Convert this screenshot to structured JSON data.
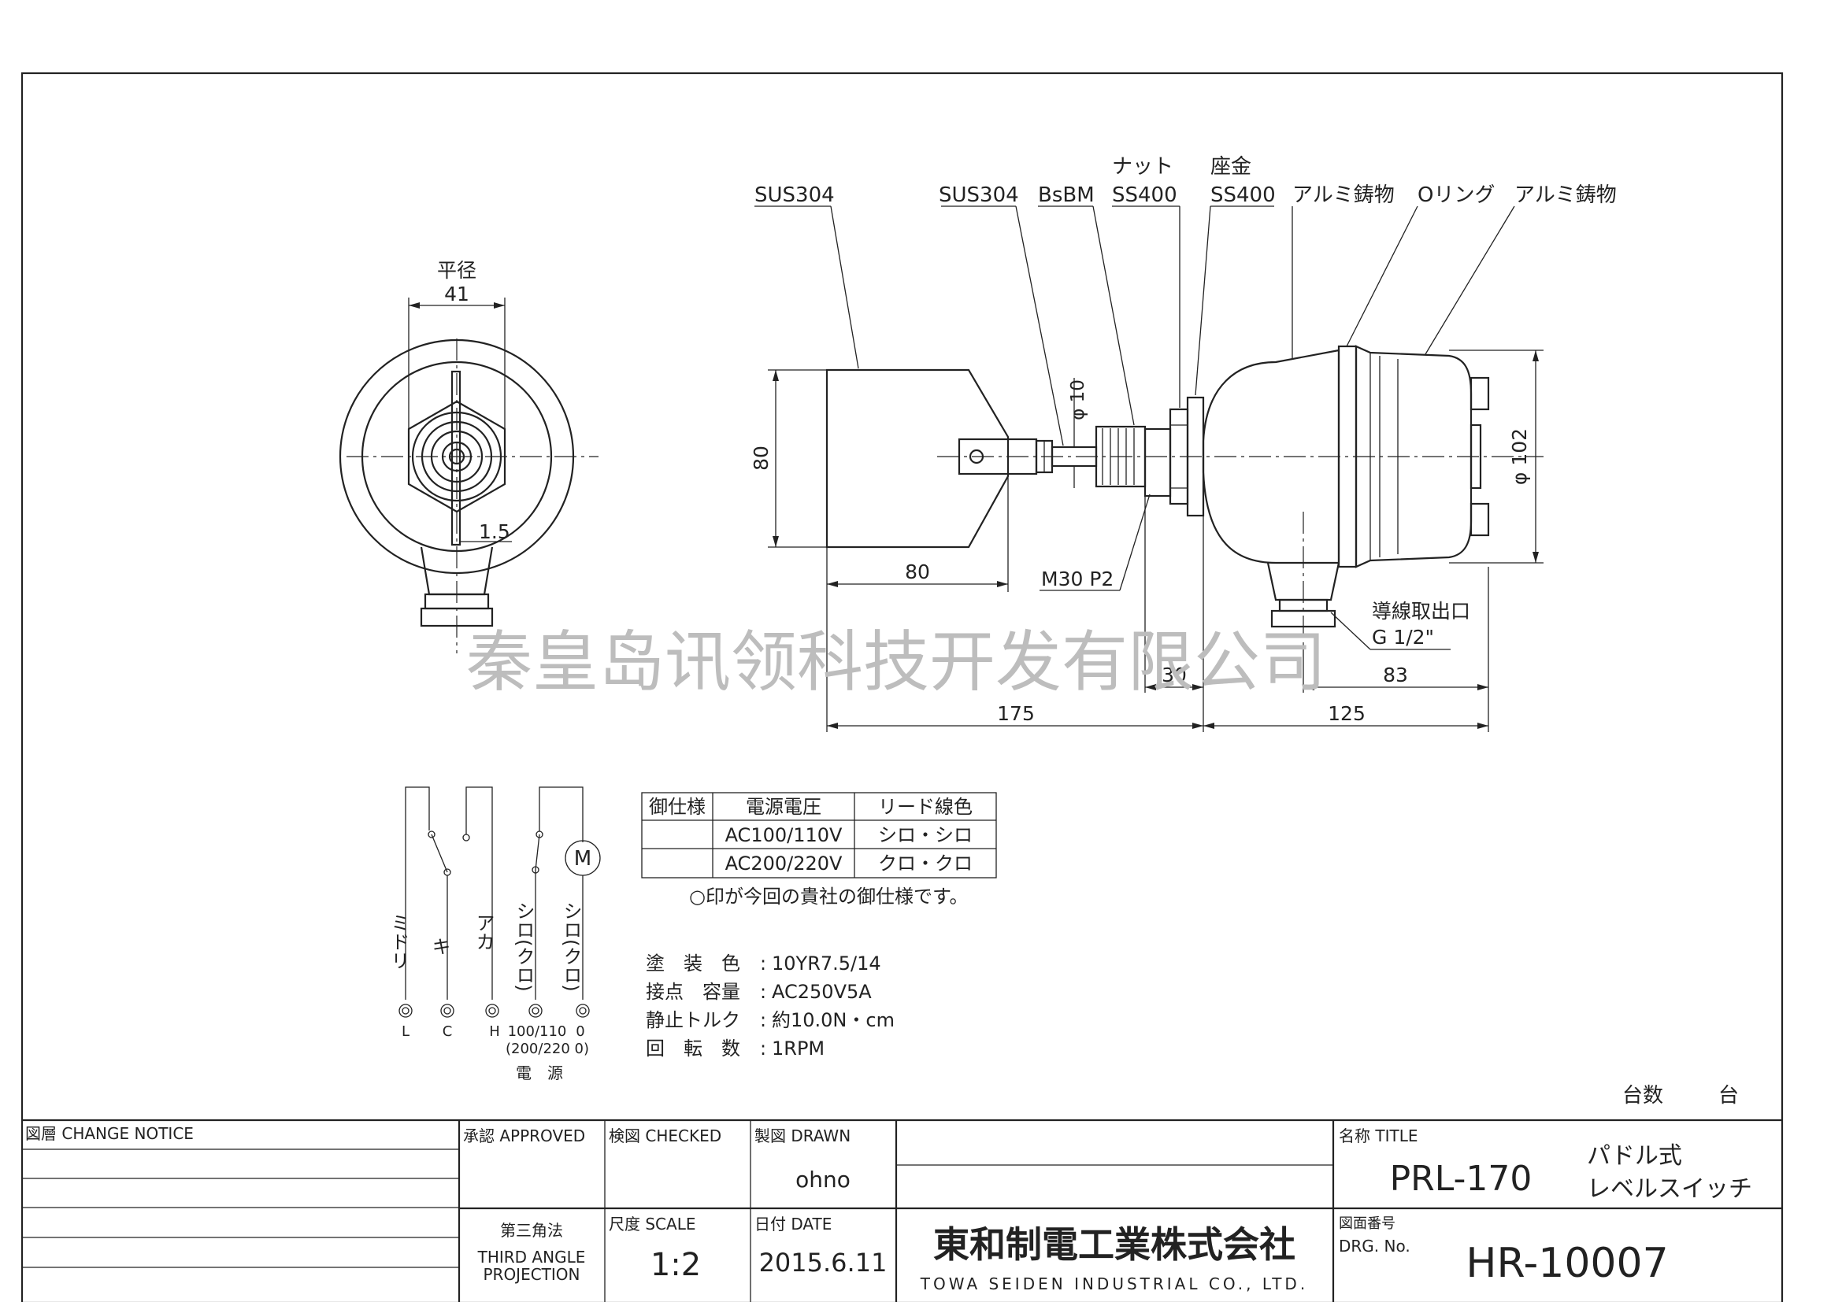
{
  "watermark": "秦皇岛讯领科技开发有限公司",
  "callouts": {
    "sus304_paddle": "SUS304",
    "sus304_shaft": "SUS304",
    "bsbm": "BsBM",
    "nut_label": "ナット",
    "nut_material": "SS400",
    "washer_label": "座金",
    "washer_material": "SS400",
    "alum_cast_1": "アルミ鋳物",
    "oring": "Oリング",
    "alum_cast_2": "アルミ鋳物",
    "thread": "M30 P2",
    "conduit_label": "導線取出口",
    "conduit_thread": "G 1/2\""
  },
  "dimensions": {
    "flat_label": "平径",
    "flat_value": "41",
    "plate_thickness": "1.5",
    "shaft_dia": "φ 10",
    "paddle_height": "80",
    "paddle_width": "80",
    "housing_dia": "φ 102",
    "d30": "30",
    "d83": "83",
    "d175": "175",
    "d125": "125"
  },
  "wiring": {
    "wire_labels": [
      "ミドリ",
      "キ",
      "アカ",
      "シロ(クロ)",
      "シロ(クロ)"
    ],
    "terminals": [
      "L",
      "C",
      "H",
      "100/110",
      "0"
    ],
    "alt_voltage": "(200/220 0)",
    "power": "電　源",
    "motor": "M"
  },
  "spec_table": {
    "headers": [
      "御仕様",
      "電源電圧",
      "リード線色"
    ],
    "rows": [
      [
        "",
        "AC100/110V",
        "シロ・シロ"
      ],
      [
        "",
        "AC200/220V",
        "クロ・クロ"
      ]
    ],
    "note": "○印が今回の貴社の御仕様です。"
  },
  "specs": [
    {
      "label": "塗　装　色",
      "value": "10YR7.5/14"
    },
    {
      "label": "接点　容量",
      "value": "AC250V5A"
    },
    {
      "label": "静止トルク",
      "value": "約10.0N・cm"
    },
    {
      "label": "回　転　数",
      "value": "1RPM"
    }
  ],
  "quantity": {
    "label": "台数",
    "unit": "台"
  },
  "title_block": {
    "change_notice": "図層 CHANGE NOTICE",
    "approved": "承認 APPROVED",
    "checked": "検図 CHECKED",
    "drawn": "製図 DRAWN",
    "drawn_by": "ohno",
    "projection_jp": "第三角法",
    "projection_en_1": "THIRD ANGLE",
    "projection_en_2": "PROJECTION",
    "scale_label": "尺度 SCALE",
    "scale": "1:2",
    "date_label": "日付 DATE",
    "date": "2015.6.11",
    "company_jp": "東和制電工業株式会社",
    "company_en": "TOWA SEIDEN INDUSTRIAL CO., LTD.",
    "title_label": "名称 TITLE",
    "model": "PRL-170",
    "name_1": "パドル式",
    "name_2": "レベルスイッチ",
    "drg_label": "図面番号",
    "drg_no_label": "DRG. No.",
    "drg_no": "HR-10007"
  }
}
